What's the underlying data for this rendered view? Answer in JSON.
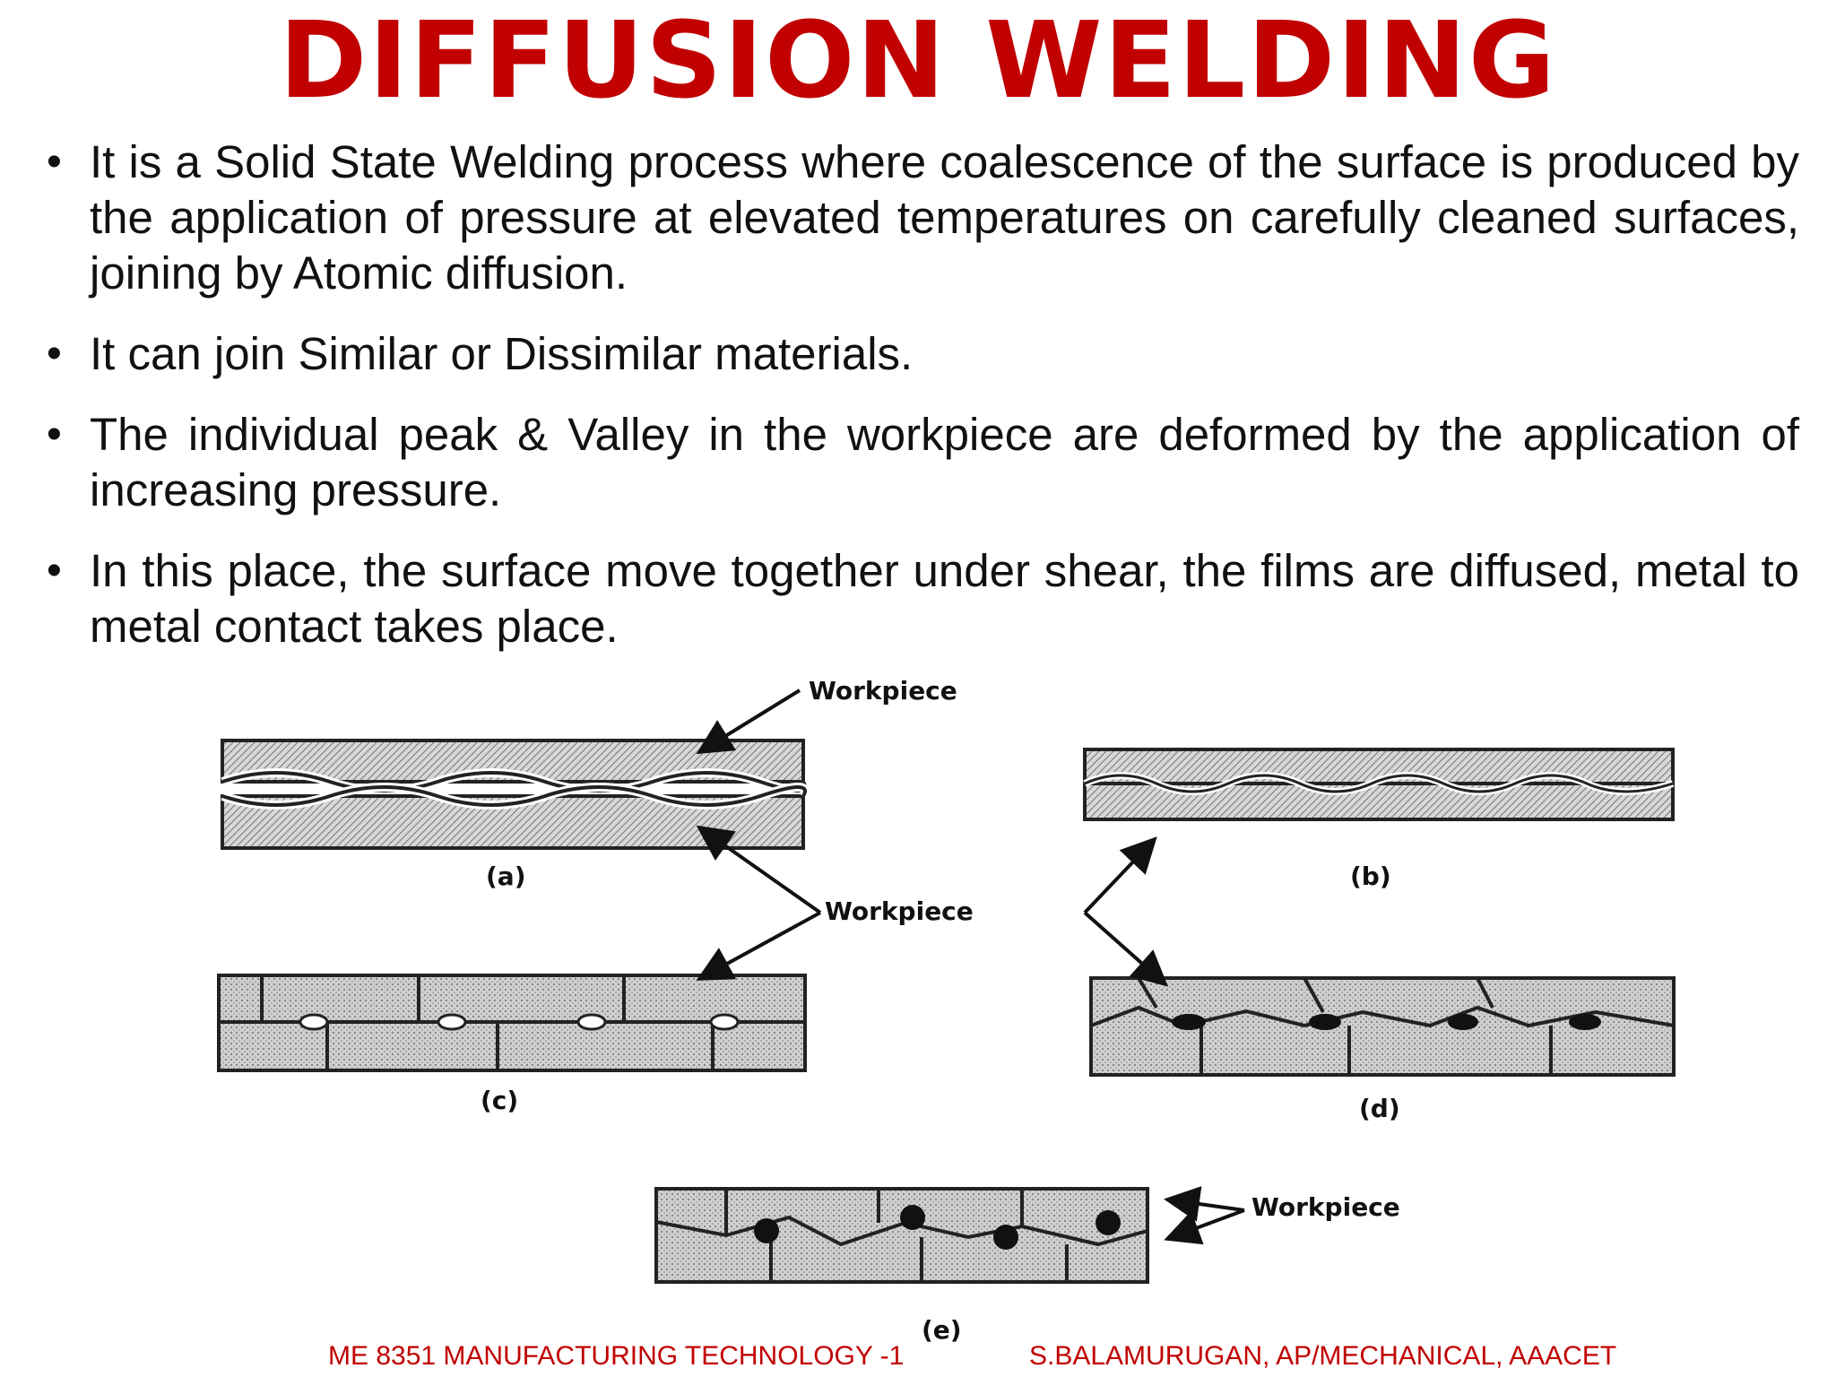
{
  "slide": {
    "title": "DIFFUSION WELDING",
    "bullets": [
      "It is a Solid State Welding process where coalescence of the surface is produced by the application of pressure at elevated temperatures on carefully cleaned surfaces, joining by Atomic diffusion.",
      "It can join Similar or Dissimilar materials.",
      "The individual peak & Valley in the workpiece are deformed by the application of increasing pressure.",
      "In this place, the surface move together under shear, the films are diffused, metal to metal contact takes place."
    ],
    "figure": {
      "label_workpiece_top": "Workpiece",
      "label_workpiece_middle": "Workpiece",
      "label_workpiece_right": "Workpiece",
      "caption_a": "(a)",
      "caption_b": "(b)",
      "caption_c": "(c)",
      "caption_d": "(d)",
      "caption_e": "(e)"
    },
    "footer": {
      "left": "ME 8351 MANUFACTURING TECHNOLOGY -1",
      "right": "S.BALAMURUGAN, AP/MECHANICAL, AAACET"
    }
  }
}
